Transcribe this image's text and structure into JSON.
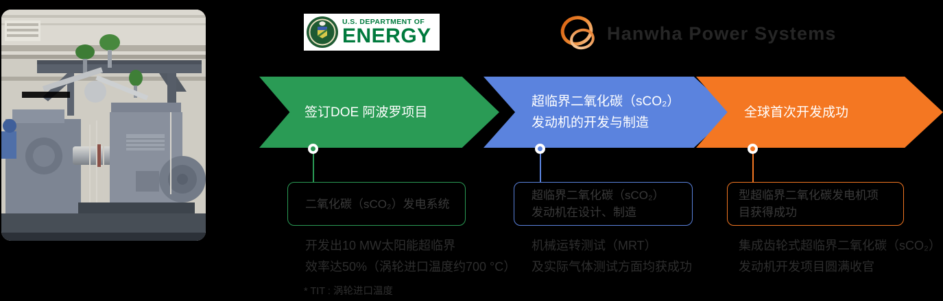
{
  "colors": {
    "background": "#000000",
    "step_green": "#2a9b55",
    "step_blue": "#5b83de",
    "step_orange": "#f47722",
    "arrow_text": "#ffffff",
    "muted_text": "#2e2e2e",
    "doe_green": "#007a3d",
    "hanwha_orange": "#ee7623"
  },
  "photo": {
    "alt": "sCO2 turbine engine test machinery in an industrial facility"
  },
  "logos": {
    "doe": {
      "line1": "U.S. DEPARTMENT OF",
      "line2": "ENERGY"
    },
    "hanwha": {
      "text": "Hanwha Power Systems"
    }
  },
  "timeline": {
    "steps": [
      {
        "name": "doe-apollo-project",
        "color": "#2a9b55",
        "arrow_lines": [
          "签订DOE 阿波罗项目"
        ],
        "box_lines": [
          "二氧化碳（sCO₂）发电系统"
        ],
        "desc_lines": [
          "开发出10 MW太阳能超临界",
          "效率达50%（涡轮进口温度约700 °C）"
        ],
        "footnote": "* TIT : 涡轮进口温度"
      },
      {
        "name": "sco2-engine-development",
        "color": "#5b83de",
        "arrow_lines": [
          "超临界二氧化碳（sCO₂）",
          "发动机的开发与制造"
        ],
        "box_lines": [
          "超临界二氧化碳（sCO₂）",
          "发动机在设计、制造"
        ],
        "desc_lines": [
          "机械运转测试（MRT）",
          "及实际气体测试方面均获成功"
        ]
      },
      {
        "name": "world-first-success",
        "color": "#f47722",
        "arrow_lines": [
          "全球首次开发成功"
        ],
        "box_lines": [
          "型超临界二氧化碳发电机项",
          "目获得成功"
        ],
        "desc_lines": [
          "集成齿轮式超临界二氧化碳（sCO₂）",
          "发动机开发项目圆满收官"
        ]
      }
    ]
  }
}
